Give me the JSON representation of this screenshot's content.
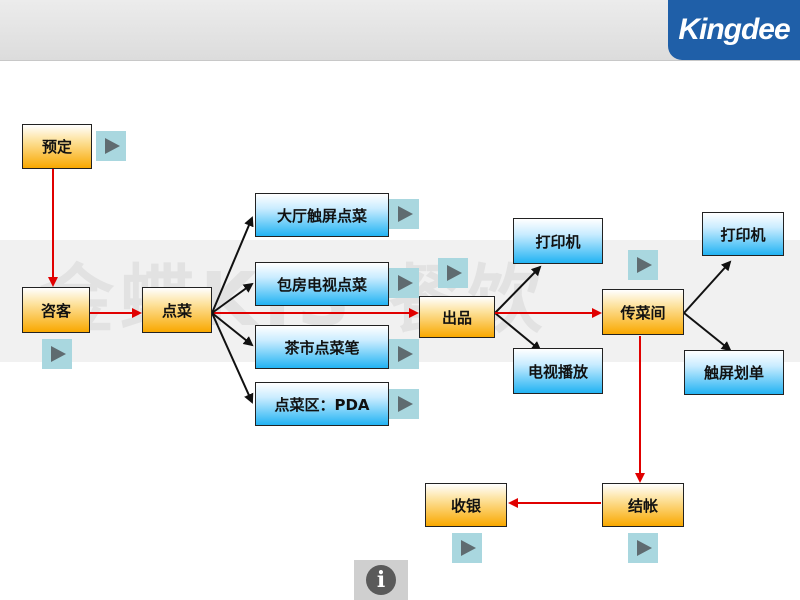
{
  "brand": {
    "logo_text": "Kingdee"
  },
  "watermark": {
    "text": "金蝶KIS 餐饮"
  },
  "colors": {
    "red_arrow": "#e00000",
    "black_arrow": "#111111",
    "box_orange": "#f9a800",
    "box_blue": "#22b3f3"
  },
  "nodes": {
    "yuding": "预定",
    "zike": "咨客",
    "diancai": "点菜",
    "dating": "大厅触屏点菜",
    "baofang": "包房电视点菜",
    "chashi": "茶市点菜笔",
    "pda": "点菜区：PDA",
    "chupin": "出品",
    "dayinji1": "打印机",
    "dianshi": "电视播放",
    "chuancai": "传菜间",
    "dayinji2": "打印机",
    "huadan": "触屏划单",
    "jiezhang": "结帐",
    "shouyin": "收银"
  },
  "info_icon": "info-icon"
}
